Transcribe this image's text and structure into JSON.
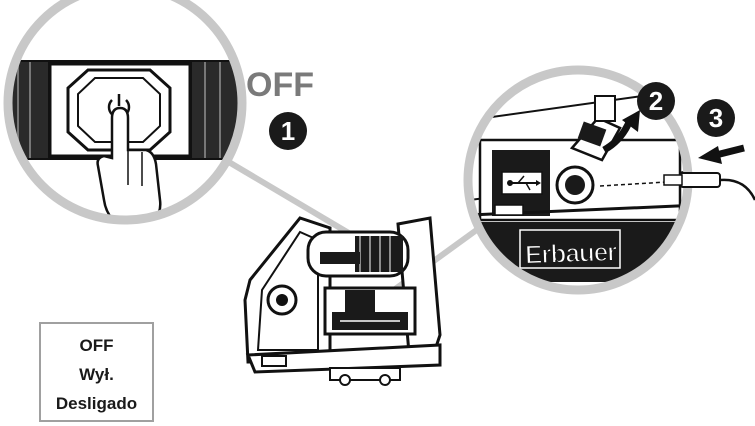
{
  "heading": {
    "state_label": "OFF"
  },
  "steps": [
    {
      "number": "1"
    },
    {
      "number": "2"
    },
    {
      "number": "3"
    }
  ],
  "legend_box": {
    "lines": [
      "OFF",
      "Wył.",
      "Desligado"
    ]
  },
  "device": {
    "brand_label": "Erbauer"
  },
  "icons": [
    "power-button-icon",
    "pointing-hand-icon",
    "usb-port-icon",
    "rotate-arrow-icon",
    "plug-in-arrow-icon",
    "usb-cable-icon"
  ],
  "colors": {
    "outline": "#1a1a1a",
    "callout_ring": "#c8c8c8",
    "heading_gray": "#7a7a7a",
    "badge": "#1a1a1a"
  }
}
